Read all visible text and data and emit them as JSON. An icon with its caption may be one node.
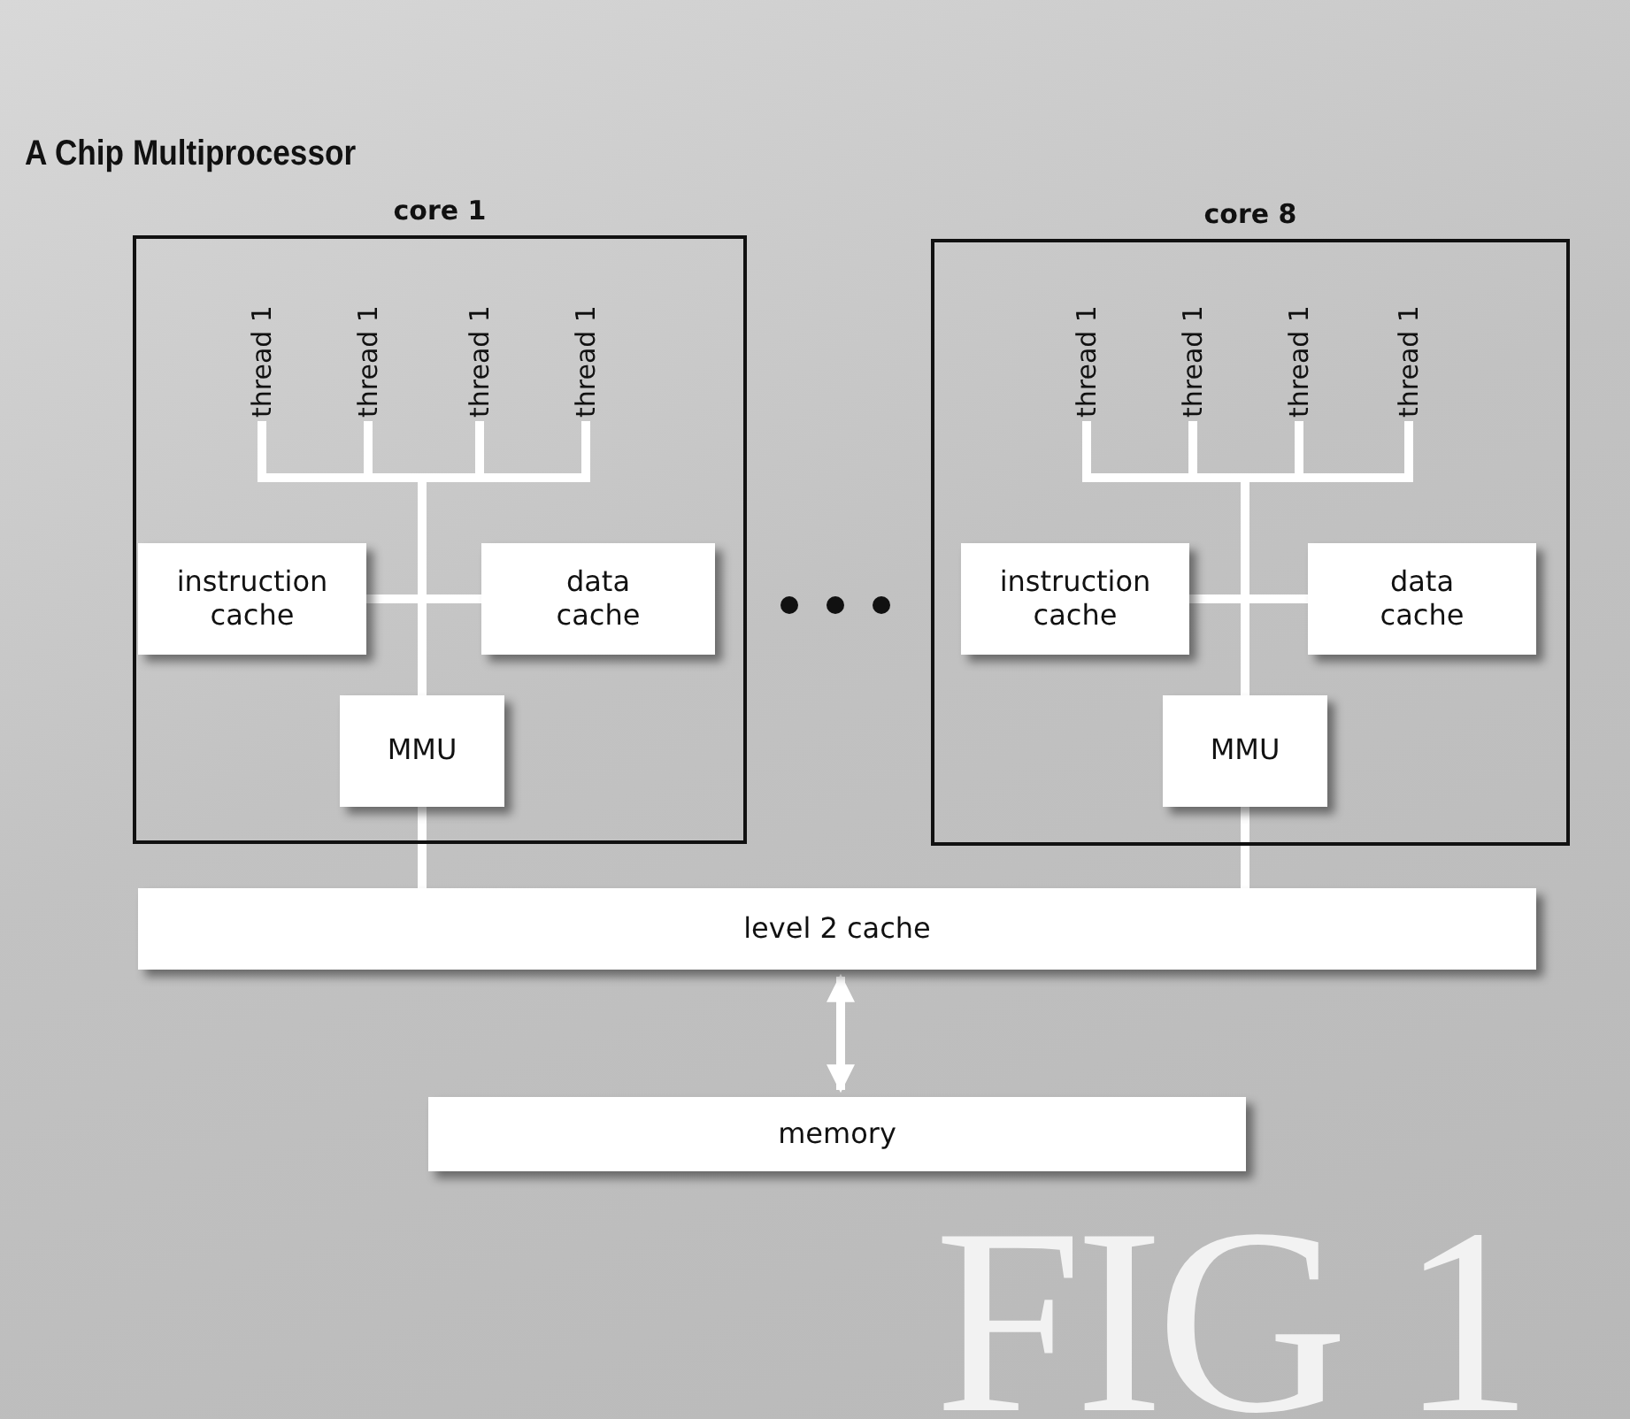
{
  "diagram": {
    "title": "A Chip Multiprocessor",
    "nodes": [
      {
        "text": [
          "core 1"
        ]
      },
      {
        "text": [
          "thread 1"
        ],
        "in": 0
      },
      {
        "text": [
          "thread 1"
        ],
        "in": 0
      },
      {
        "text": [
          "thread 1"
        ],
        "in": 0
      },
      {
        "text": [
          "thread 1"
        ],
        "in": 0
      },
      {
        "text": [
          "instruction cache"
        ],
        "in": 0
      },
      {
        "text": [
          "data cache"
        ],
        "in": 0
      },
      {
        "text": [
          "MMU"
        ],
        "in": 0
      },
      {
        "text": [
          "core 8"
        ]
      },
      {
        "text": [
          "thread 1"
        ],
        "in": 8
      },
      {
        "text": [
          "thread 1"
        ],
        "in": 8
      },
      {
        "text": [
          "thread 1"
        ],
        "in": 8
      },
      {
        "text": [
          "thread 1"
        ],
        "in": 8
      },
      {
        "text": [
          "instruction cache"
        ],
        "in": 8
      },
      {
        "text": [
          "data cache"
        ],
        "in": 8
      },
      {
        "text": [
          "MMU"
        ],
        "in": 8
      },
      {
        "text": [
          "level 2 cache"
        ]
      },
      {
        "text": [
          "memory"
        ]
      }
    ],
    "edges": [
      {
        "from": 1,
        "to": 7,
        "arrow": "none"
      },
      {
        "from": 2,
        "to": 7,
        "arrow": "none"
      },
      {
        "from": 3,
        "to": 7,
        "arrow": "none"
      },
      {
        "from": 4,
        "to": 7,
        "arrow": "none"
      },
      {
        "from": 5,
        "to": 7,
        "arrow": "none"
      },
      {
        "from": 6,
        "to": 7,
        "arrow": "none"
      },
      {
        "from": 7,
        "to": 16,
        "arrow": "none"
      },
      {
        "from": 9,
        "to": 15,
        "arrow": "none"
      },
      {
        "from": 10,
        "to": 15,
        "arrow": "none"
      },
      {
        "from": 11,
        "to": 15,
        "arrow": "none"
      },
      {
        "from": 12,
        "to": 15,
        "arrow": "none"
      },
      {
        "from": 13,
        "to": 15,
        "arrow": "none"
      },
      {
        "from": 14,
        "to": 15,
        "arrow": "none"
      },
      {
        "from": 15,
        "to": 16,
        "arrow": "none"
      },
      {
        "from": 16,
        "to": 17,
        "arrow": "both"
      }
    ],
    "labels": [
      "FIG 1"
    ]
  }
}
